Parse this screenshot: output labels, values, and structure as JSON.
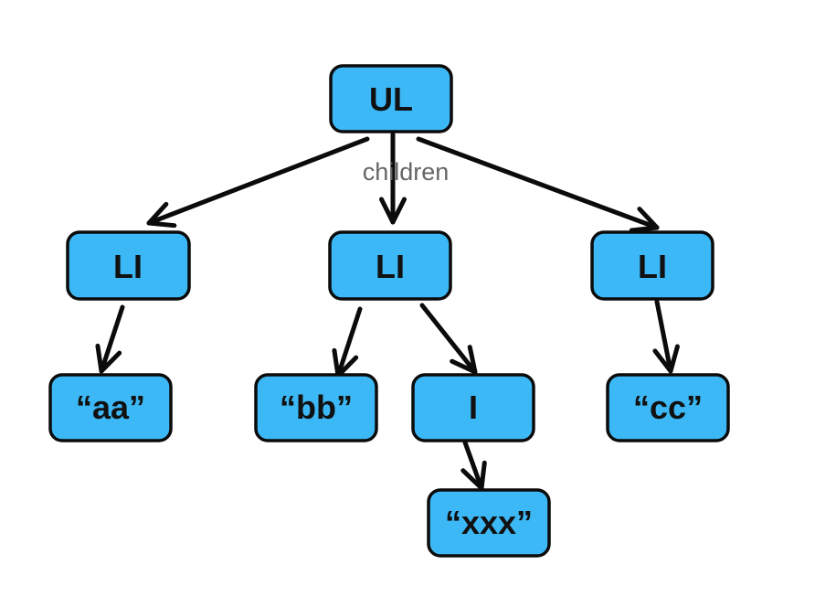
{
  "colors": {
    "node_fill": "#3db8f6",
    "node_stroke": "#0b0b0b",
    "edge": "#0b0b0b",
    "label_text": "#666666"
  },
  "nodes": {
    "ul": {
      "label": "UL"
    },
    "li_1": {
      "label": "LI"
    },
    "li_2": {
      "label": "LI"
    },
    "li_3": {
      "label": "LI"
    },
    "text_aa": {
      "label": "“aa”"
    },
    "text_bb": {
      "label": "“bb”"
    },
    "i_node": {
      "label": "I"
    },
    "text_cc": {
      "label": "“cc”"
    },
    "text_xxx": {
      "label": "“xxx”"
    }
  },
  "edges": [
    {
      "from": "ul",
      "to": "li_1"
    },
    {
      "from": "ul",
      "to": "li_2",
      "label": "children"
    },
    {
      "from": "ul",
      "to": "li_3"
    },
    {
      "from": "li_1",
      "to": "text_aa"
    },
    {
      "from": "li_2",
      "to": "text_bb"
    },
    {
      "from": "li_2",
      "to": "i_node"
    },
    {
      "from": "li_3",
      "to": "text_cc"
    },
    {
      "from": "i_node",
      "to": "text_xxx"
    }
  ],
  "edge_labels": {
    "children": "children"
  }
}
